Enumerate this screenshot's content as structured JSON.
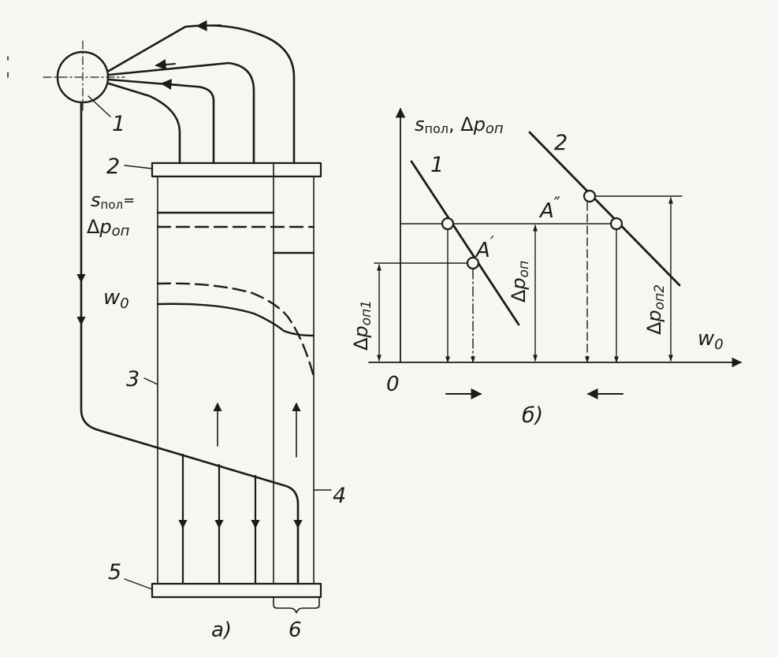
{
  "left": {
    "drum_label": "1",
    "upper_header_label": "2",
    "riser_tube_label": "3",
    "downcomer_label": "4",
    "lower_header_label": "5",
    "group_label": "6",
    "panel_caption": "а)",
    "s_label": "s",
    "s_sub": "пол",
    "s_eq": "=",
    "dp_delta": "Δ",
    "dp_p": "p",
    "dp_sub": "оп",
    "w_label": "w",
    "w_sub": "0"
  },
  "right": {
    "y_axis_label_s": "s",
    "y_axis_label_s_sub": "пол",
    "y_axis_label_sep": ", Δ",
    "y_axis_label_p": "p",
    "y_axis_label_p_sub": "оп",
    "x_axis_label": "w",
    "x_axis_label_sub": "0",
    "origin_label": "0",
    "curve1_label": "1",
    "curve2_label": "2",
    "point_a1_label": "A",
    "point_a1_prime": "′",
    "point_a2_label": "A",
    "point_a2_prime": "″",
    "dp1_delta": "Δ",
    "dp1_p": "p",
    "dp1_sub": "оп1",
    "dp_delta": "Δ",
    "dp_p": "p",
    "dp_sub": "оп",
    "dp2_delta": "Δ",
    "dp2_p": "p",
    "dp2_sub": "оп2",
    "panel_caption": "б)"
  }
}
